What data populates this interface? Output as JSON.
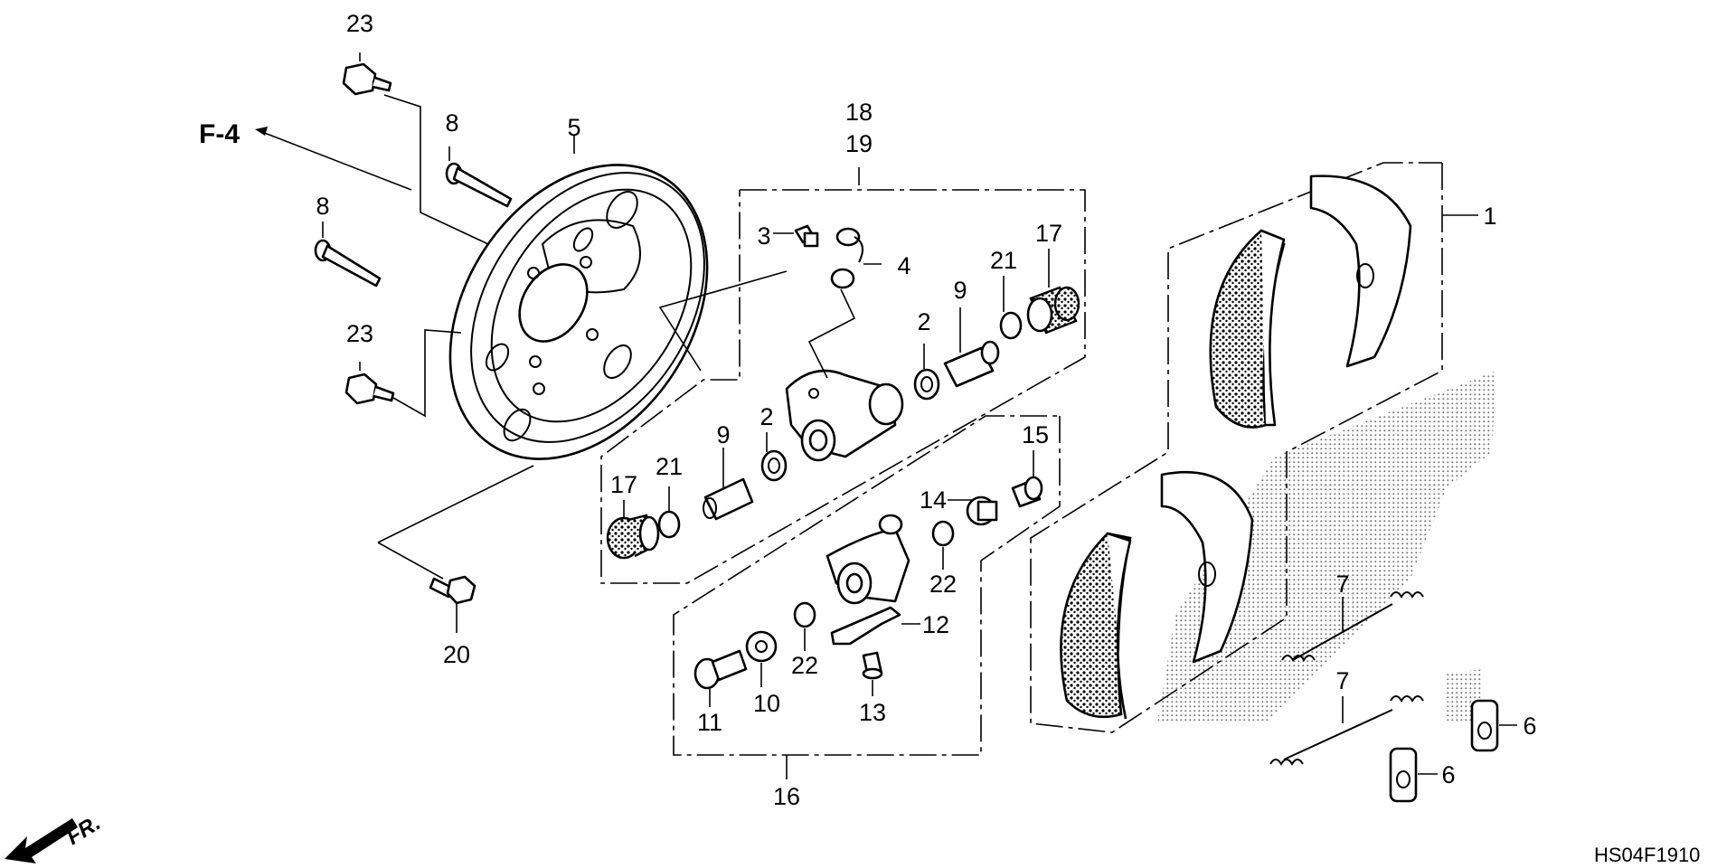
{
  "diagram": {
    "ref_label": "F-4",
    "direction_label": "FR.",
    "code": "HS04F1910",
    "labels": {
      "p1": "1",
      "p2a": "2",
      "p2b": "2",
      "p3": "3",
      "p4": "4",
      "p5": "5",
      "p6a": "6",
      "p6b": "6",
      "p7a": "7",
      "p7b": "7",
      "p8a": "8",
      "p8b": "8",
      "p9a": "9",
      "p9b": "9",
      "p10": "10",
      "p11": "11",
      "p12": "12",
      "p13": "13",
      "p14": "14",
      "p15": "15",
      "p16": "16",
      "p17a": "17",
      "p17b": "17",
      "p18": "18",
      "p19": "19",
      "p20": "20",
      "p21a": "21",
      "p21b": "21",
      "p22a": "22",
      "p22b": "22",
      "p23a": "23",
      "p23b": "23"
    }
  }
}
